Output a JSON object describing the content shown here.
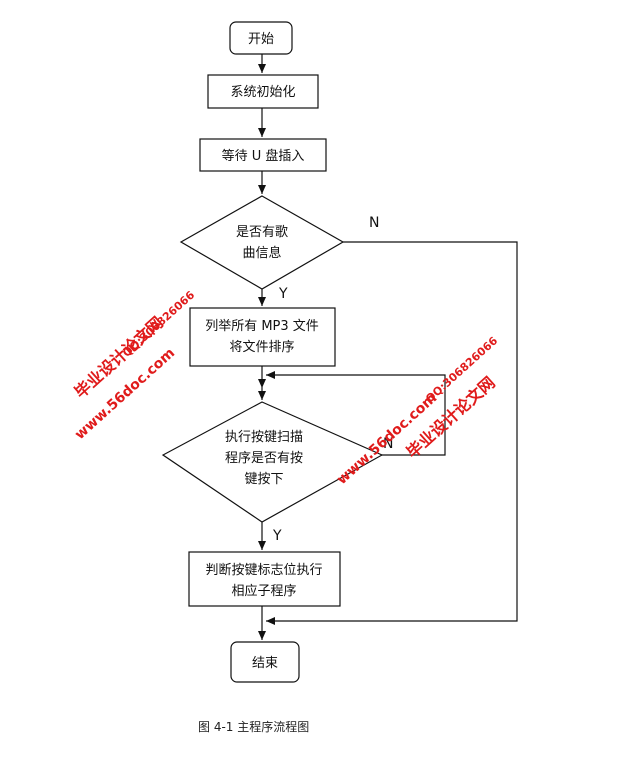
{
  "nodes": {
    "start": "开始",
    "init": "系统初始化",
    "wait": "等待 U 盘插入",
    "decision1": [
      "是否有歌",
      "曲信息"
    ],
    "process1": [
      "列举所有 MP3 文件",
      "将文件排序"
    ],
    "decision2": [
      "执行按键扫描",
      "程序是否有按",
      "键按下"
    ],
    "process2": [
      "判断按键标志位执行",
      "相应子程序"
    ],
    "end": "结束"
  },
  "edge_labels": {
    "d1_no": "N",
    "d1_yes": "Y",
    "d2_no": "N",
    "d2_yes": "Y"
  },
  "caption": "图 4-1  主程序流程图",
  "watermarks": {
    "site": "www.56doc.com",
    "name": "毕业设计论文网",
    "qq": "QQ:306826066",
    "color": "#e01b1b"
  }
}
